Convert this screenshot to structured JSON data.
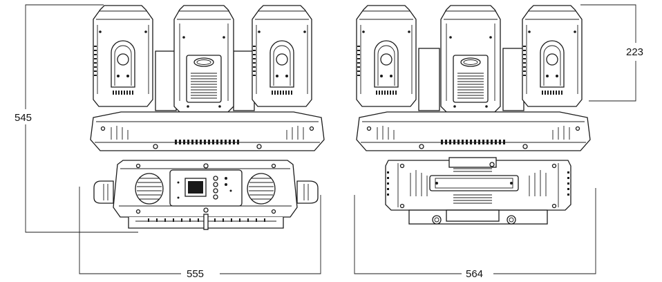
{
  "dimensions": {
    "height_total": "545",
    "width_front": "555",
    "width_side": "564",
    "head_height": "223"
  },
  "colors": {
    "ink": "#1a1a1a",
    "background": "#ffffff",
    "shade": "#d9d9d9"
  }
}
